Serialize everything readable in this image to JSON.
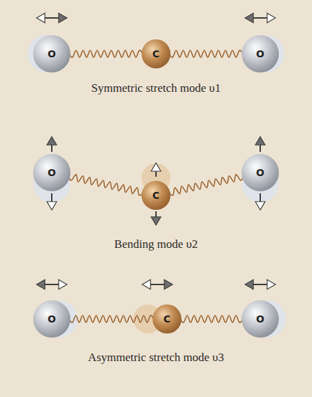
{
  "diagram": {
    "nodes": [
      {
        "text": [
          "O"
        ]
      },
      {
        "text": [
          "C"
        ]
      },
      {
        "text": [
          "O"
        ]
      },
      {
        "text": [
          "O"
        ]
      },
      {
        "text": [
          "C"
        ]
      },
      {
        "text": [
          "O"
        ]
      },
      {
        "text": [
          "O"
        ]
      },
      {
        "text": [
          "C"
        ]
      },
      {
        "text": [
          "O"
        ]
      }
    ],
    "edges": [
      {
        "from": 0,
        "to": 1,
        "arrow": "none"
      },
      {
        "from": 1,
        "to": 2,
        "arrow": "none"
      },
      {
        "from": 3,
        "to": 4,
        "arrow": "none"
      },
      {
        "from": 4,
        "to": 5,
        "arrow": "none"
      },
      {
        "from": 6,
        "to": 7,
        "arrow": "none"
      },
      {
        "from": 7,
        "to": 8,
        "arrow": "none"
      }
    ],
    "labels": [
      "Symmetric stretch mode υ1",
      "Bending mode υ2",
      "Asymmetric stretch mode υ3"
    ]
  }
}
